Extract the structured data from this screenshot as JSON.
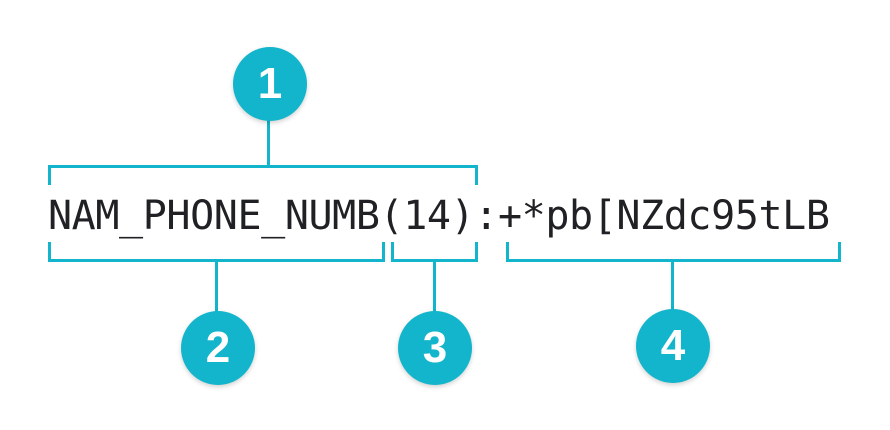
{
  "colors": {
    "accent": "#12b5cb",
    "text": "#202124",
    "background": "#ffffff"
  },
  "diagram": {
    "token_string": "NAM_PHONE_NUMB(14):+*pb[NZdc95tLB",
    "separator": ":",
    "segments": [
      {
        "callout": "1",
        "text": "NAM_PHONE_NUMB(14)"
      },
      {
        "callout": "2",
        "text": "NAM_PHONE_NUMB"
      },
      {
        "callout": "3",
        "text": "(14)"
      },
      {
        "callout": "4",
        "text": "+*pb[NZdc95tLB"
      }
    ],
    "callouts": [
      "1",
      "2",
      "3",
      "4"
    ]
  }
}
